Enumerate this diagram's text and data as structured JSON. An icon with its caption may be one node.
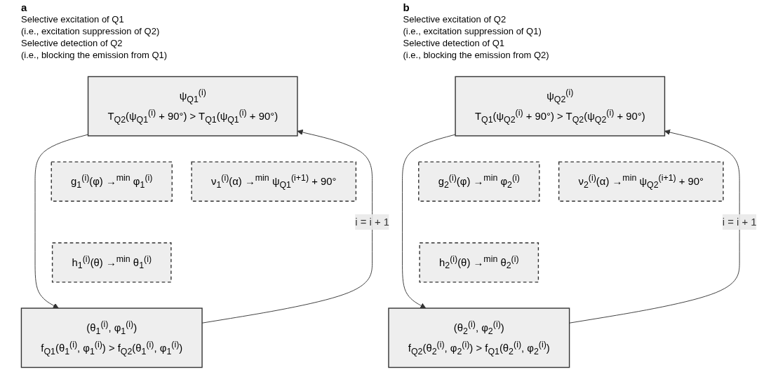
{
  "diagram": {
    "nodes": [
      {
        "text": [
          "ψ$_{Q1}$$^{(i)}$",
          "T$_{Q2}$(ψ$_{Q1}$$^{(i)}$ + 90°) > T$_{Q1}$(ψ$_{Q1}$$^{(i)}$ + 90°)"
        ]
      },
      {
        "text": [
          "g$_{1}$$^{(i)}$(φ) →$^{min}$ φ$_{1}$$^{(i)}$"
        ]
      },
      {
        "text": [
          "ν$_{1}$$^{(i)}$(α) →$^{min}$ ψ$_{Q1}$$^{(i+1)}$ + 90°"
        ]
      },
      {
        "text": [
          "h$_{1}$$^{(i)}$(θ) →$^{min}$ θ$_{1}$$^{(i)}$"
        ]
      },
      {
        "text": [
          "(θ$_{1}$$^{(i)}$, φ$_{1}$$^{(i)}$)",
          "f$_{Q1}$(θ$_{1}$$^{(i)}$, φ$_{1}$$^{(i)}$) > f$_{Q2}$(θ$_{1}$$^{(i)}$, φ$_{1}$$^{(i)}$)"
        ]
      },
      {
        "text": [
          "ψ$_{Q2}$$^{(i)}$",
          "T$_{Q1}$(ψ$_{Q2}$$^{(i)}$ + 90°) > T$_{Q2}$(ψ$_{Q2}$$^{(i)}$ + 90°)"
        ]
      },
      {
        "text": [
          "g$_{2}$$^{(i)}$(φ) →$^{min}$ φ$_{2}$$^{(i)}$"
        ]
      },
      {
        "text": [
          "ν$_{2}$$^{(i)}$(α) →$^{min}$ ψ$_{Q2}$$^{(i+1)}$ + 90°"
        ]
      },
      {
        "text": [
          "h$_{2}$$^{(i)}$(θ) →$^{min}$ θ$_{2}$$^{(i)}$"
        ]
      },
      {
        "text": [
          "(θ$_{2}$$^{(i)}$, φ$_{2}$$^{(i)}$)",
          "f$_{Q2}$(θ$_{2}$$^{(i)}$, φ$_{2}$$^{(i)}$) > f$_{Q1}$(θ$_{2}$$^{(i)}$, φ$_{2}$$^{(i)}$)"
        ]
      }
    ],
    "edges": [
      {
        "from": 0,
        "to": 4,
        "arrow": "to"
      },
      {
        "from": 4,
        "to": 0,
        "arrow": "to",
        "label": "i = i + 1"
      },
      {
        "from": 5,
        "to": 9,
        "arrow": "to"
      },
      {
        "from": 9,
        "to": 5,
        "arrow": "to",
        "label": "i = i + 1"
      }
    ],
    "labels": [
      "a",
      "Selective excitation of Q1",
      "(i.e., excitation suppression of Q2)",
      "Selective detection of Q2",
      "(i.e., blocking the emission from Q1)",
      "b",
      "Selective excitation of Q2",
      "(i.e., excitation suppression of Q1)",
      "Selective detection of Q1",
      "(i.e., blocking the emission from Q2)"
    ]
  }
}
